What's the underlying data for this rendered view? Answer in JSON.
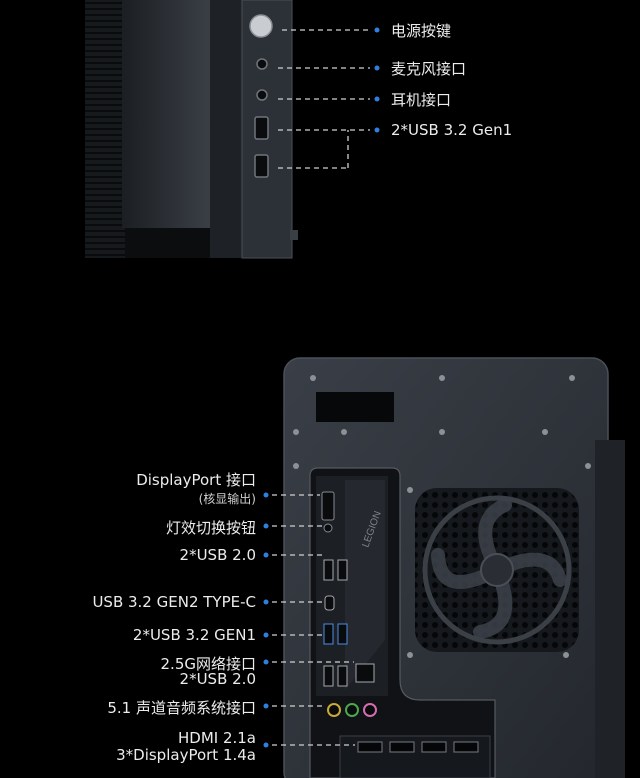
{
  "front_panel": {
    "labels": [
      {
        "key": "power",
        "text": "电源按键"
      },
      {
        "key": "mic",
        "text": "麦克风接口"
      },
      {
        "key": "headphone",
        "text": "耳机接口"
      },
      {
        "key": "usb32",
        "text": "2*USB 3.2 Gen1"
      }
    ]
  },
  "rear_panel": {
    "labels": [
      {
        "key": "displayport",
        "text": "DisplayPort 接口",
        "sub": "(核显输出)"
      },
      {
        "key": "light",
        "text": "灯效切换按钮"
      },
      {
        "key": "usb20a",
        "text": "2*USB 2.0"
      },
      {
        "key": "typec",
        "text": "USB 3.2 GEN2 TYPE-C"
      },
      {
        "key": "usb32gen1",
        "text": "2*USB 3.2 GEN1"
      },
      {
        "key": "lan",
        "text": "2.5G网络接口",
        "text2": "2*USB 2.0"
      },
      {
        "key": "audio",
        "text": "5.1 声道音频系统接口"
      },
      {
        "key": "hdmi",
        "text": "HDMI 2.1a",
        "text2": "3*DisplayPort 1.4a"
      }
    ],
    "io_logo": "LEGION"
  },
  "colors": {
    "accent": "#2f7fe0",
    "line": "#d0d0d0",
    "case": "#2b3038"
  }
}
